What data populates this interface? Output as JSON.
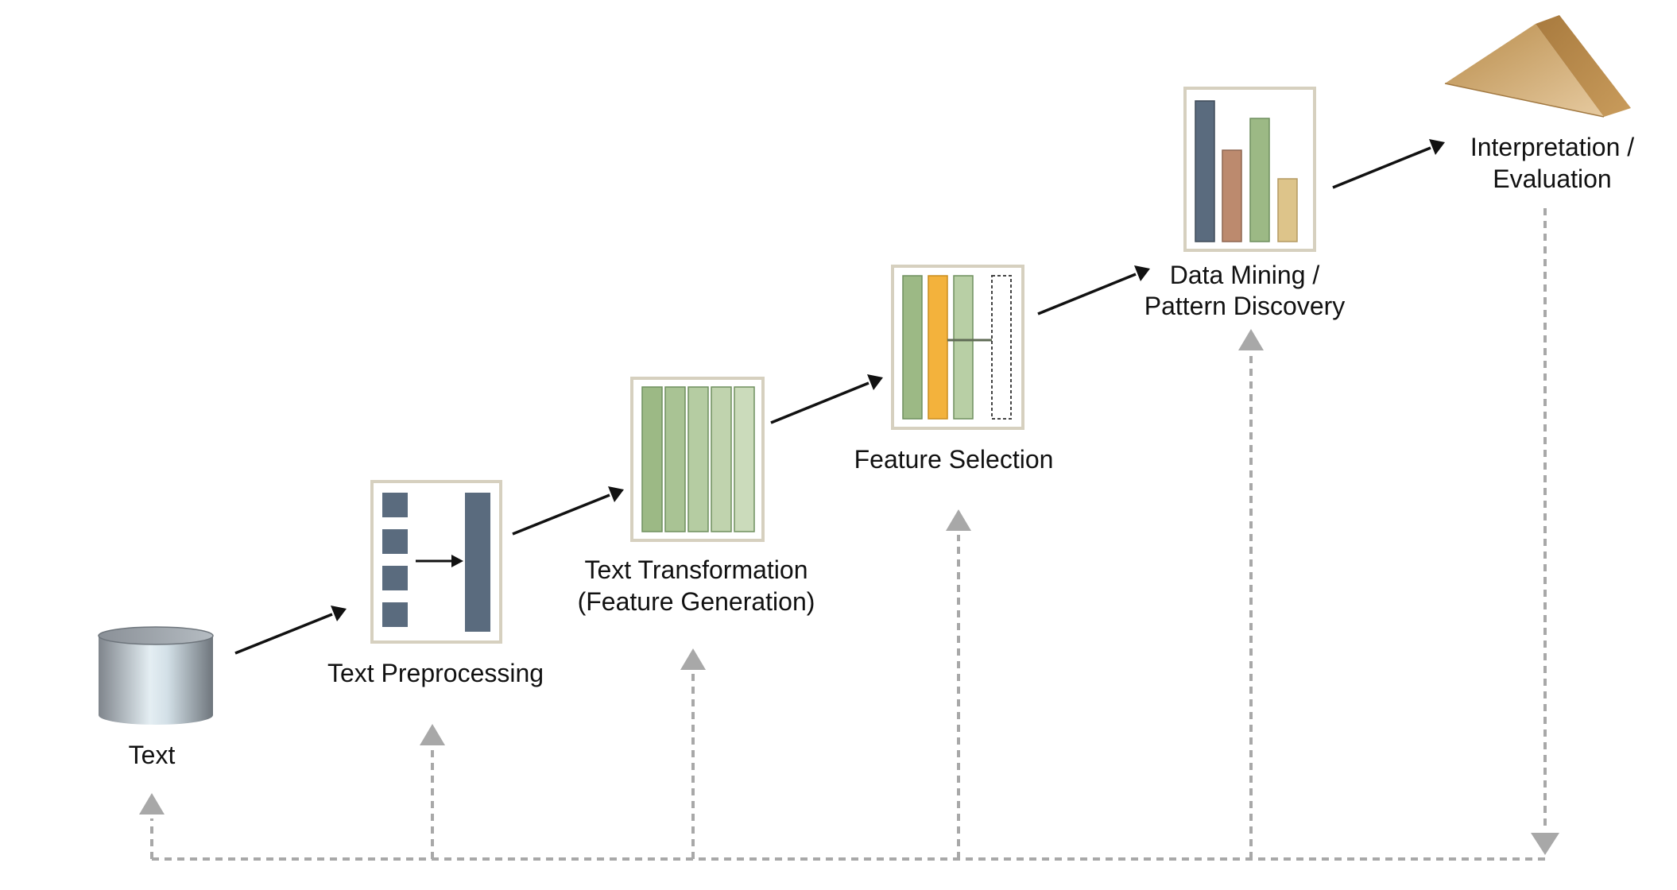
{
  "stages": [
    {
      "id": "text",
      "label_lines": [
        "Text"
      ]
    },
    {
      "id": "preprocessing",
      "label_lines": [
        "Text Preprocessing"
      ]
    },
    {
      "id": "transformation",
      "label_lines": [
        "Text Transformation",
        "(Feature Generation)"
      ]
    },
    {
      "id": "selection",
      "label_lines": [
        "Feature Selection"
      ]
    },
    {
      "id": "mining",
      "label_lines": [
        "Data Mining /",
        "Pattern Discovery"
      ]
    },
    {
      "id": "interpretation",
      "label_lines": [
        "Interpretation /",
        "Evaluation"
      ]
    }
  ],
  "colors": {
    "slate": "#5a6b7e",
    "green": "#9cb985",
    "green_light": "#c0d3ae",
    "orange": "#f3b23c",
    "brown": "#bc8a6e",
    "tan": "#ddc48a",
    "frame": "#d6d0bf",
    "feedback": "#a8a8a8",
    "arrow": "#111111"
  }
}
